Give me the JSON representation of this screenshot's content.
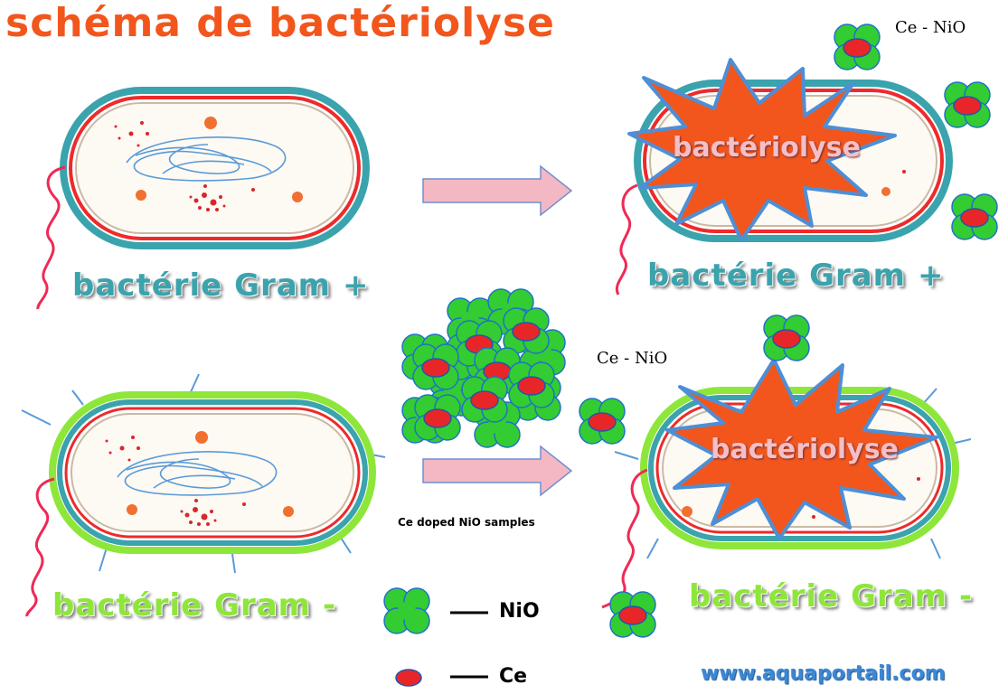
{
  "title": "schéma de bactériolyse",
  "labels": {
    "gram_positive_left": "bactérie Gram +",
    "gram_positive_right": "bactérie Gram +",
    "gram_negative_left": "bactérie Gram -",
    "gram_negative_right": "bactérie Gram -"
  },
  "lysis_top": "bactériolyse",
  "lysis_bottom": "bactériolyse",
  "cenio_top": "Ce - NiO",
  "cenio_bottom": "Ce - NiO",
  "samples_caption": "Ce doped NiO samples",
  "legend": {
    "nio": "NiO",
    "ce": "Ce"
  },
  "watermark": "www.aquaportail.com",
  "colors": {
    "title": "#f2561d",
    "gram_positive_label": "#3aa3ad",
    "gram_negative_label": "#8ee63a",
    "nio_cluster": "#33cc33",
    "ce_particle": "#e8262a",
    "burst_fill": "#f2561d",
    "burst_outline": "#4d8fd6",
    "arrow_fill": "#f3b8c4"
  }
}
